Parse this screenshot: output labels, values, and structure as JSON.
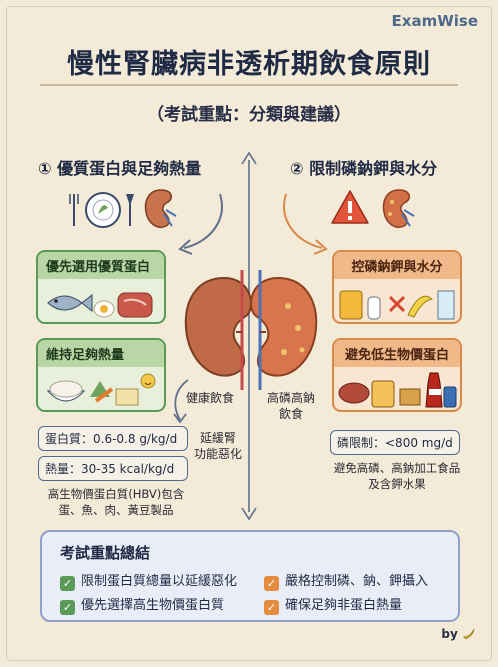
{
  "brand": "ExamWise",
  "title": "慢性腎臟病非透析期飲食原則",
  "subtitle": "（考試重點：分類與建議）",
  "left": {
    "heading": "① 優質蛋白與足夠熱量",
    "box1_title": "優先選用優質蛋白",
    "box2_title": "維持足夠熱量",
    "tag_protein": "蛋白質：0.6-0.8 g/kg/d",
    "tag_energy": "熱量：30-35 kcal/kg/d",
    "note": "高生物價蛋白質(HBV)包含\n蛋、魚、肉、黃豆製品"
  },
  "right": {
    "heading": "② 限制磷鈉鉀與水分",
    "box1_title": "控磷鈉鉀與水分",
    "box2_title": "避免低生物價蛋白",
    "tag_phos": "磷限制：<800 mg/d",
    "note": "避免高磷、高鈉加工食品\n及含鉀水果"
  },
  "center": {
    "left_label": "健康飲食",
    "right_label": "高磷高鈉\n飲食",
    "arrow_label": "延緩腎\n功能惡化"
  },
  "summary": {
    "title": "考試重點總結",
    "items": [
      "限制蛋白質總量以延緩惡化",
      "優先選擇高生物價蛋白質",
      "嚴格控制磷、鈉、鉀攝入",
      "確保足夠非蛋白熱量"
    ]
  },
  "byline": "by",
  "colors": {
    "green": "#5a9a58",
    "orange": "#d8894a",
    "navy": "#1f2a44"
  }
}
